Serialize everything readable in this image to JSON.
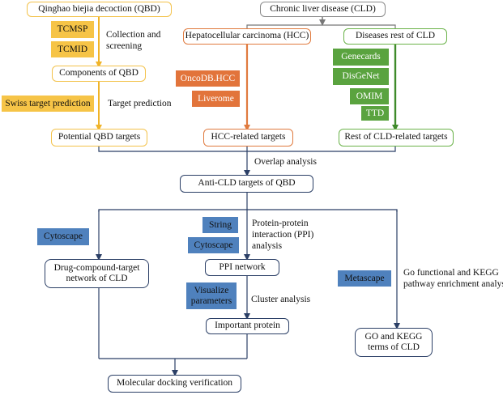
{
  "boxes": {
    "qbd": "Qinghao biejia decoction (QBD)",
    "cld": "Chronic liver disease (CLD)",
    "hcc": "Hepatocellular carcinoma (HCC)",
    "rest_cld": "Diseases rest of CLD",
    "components": "Components of QBD",
    "potential_targets": "Potential QBD targets",
    "hcc_targets": "HCC-related targets",
    "rest_targets": "Rest of CLD-related targets",
    "anti_cld": "Anti-CLD targets of QBD",
    "drug_network_line1": "Drug-compound-target",
    "drug_network_line2": "network of CLD",
    "ppi_network": "PPI network",
    "important_protein": "Important protein",
    "go_kegg_line1": "GO and KEGG",
    "go_kegg_line2": "terms of CLD",
    "docking": "Molecular docking verification"
  },
  "tags": {
    "tcmsp": "TCMSP",
    "tcmid": "TCMID",
    "swiss": "Swiss target prediction",
    "oncodb": "OncoDB.HCC",
    "liverome": "Liverome",
    "genecards": "Genecards",
    "disgenet": "DisGeNet",
    "omim": "OMIM",
    "ttd": "TTD",
    "cytoscape_left": "Cytoscape",
    "string": "String",
    "cytoscape_mid": "Cytoscape",
    "visualize_line1": "Visualize",
    "visualize_line2": "parameters",
    "metascape": "Metascape"
  },
  "labels": {
    "collection_line1": "Collection and",
    "collection_line2": "screening",
    "target_prediction": "Target prediction",
    "overlap": "Overlap analysis",
    "ppi_line1": "Protein-protein",
    "ppi_line2": "interaction (PPI)",
    "ppi_line3": "analysis",
    "cluster": "Cluster analysis",
    "go_line1": "Go functional and KEGG",
    "go_line2": "pathway enrichment analysis"
  }
}
